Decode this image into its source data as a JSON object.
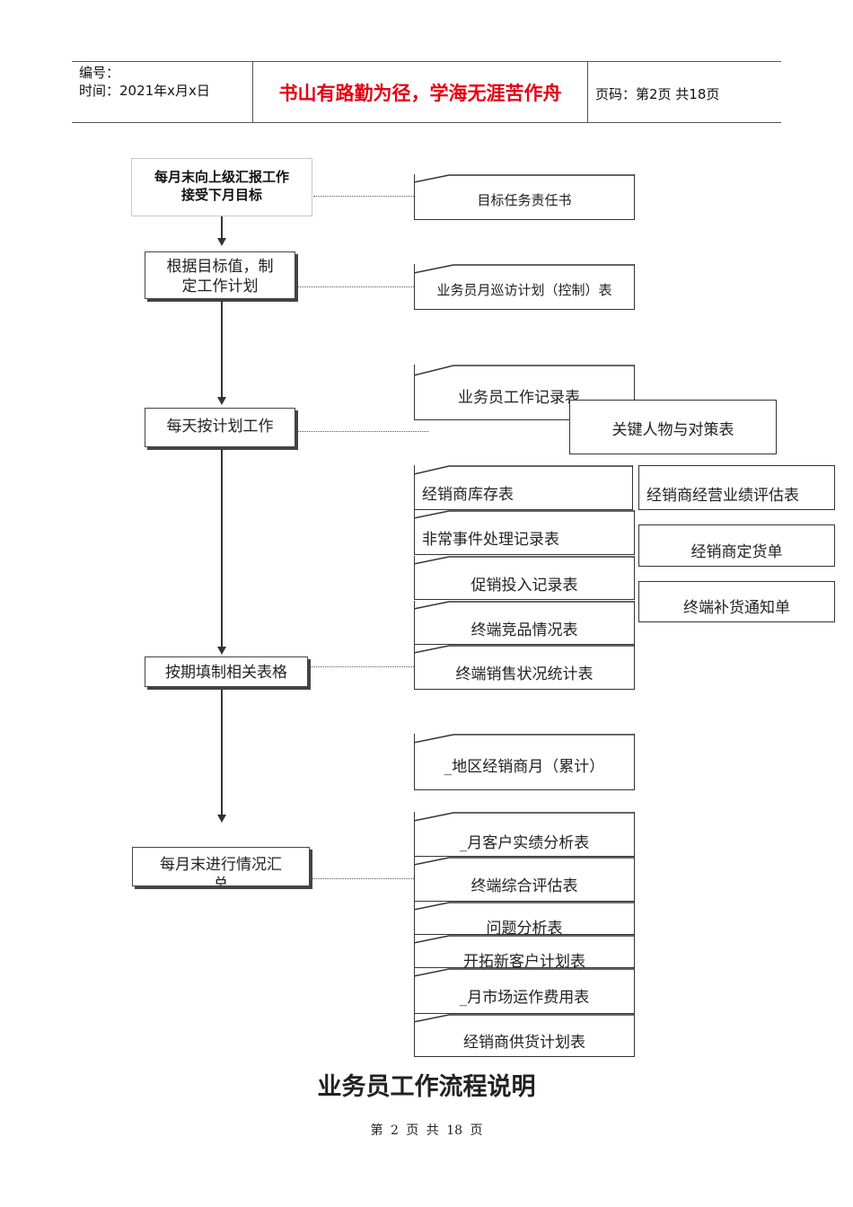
{
  "header": {
    "number_label": "编号：",
    "date_label": "时间：2021年x月x日",
    "motto": "书山有路勤为径，学海无涯苦作舟",
    "page_label": "页码：第2页  共18页"
  },
  "steps": [
    {
      "line1": "每月末向上级汇报工作",
      "line2": "接受下月目标"
    },
    {
      "line1": "根据目标值，制",
      "line2": "定工作计划"
    },
    {
      "line1": "每天按计划工作",
      "line2": ""
    },
    {
      "line1": "按期填制相关表格",
      "line2": ""
    },
    {
      "line1": "每月末进行情况汇",
      "line2": "总"
    }
  ],
  "forms": {
    "target_responsibility": "目标任务责任书",
    "monthly_visit_plan": "业务员月巡访计划（控制）表",
    "work_record": "业务员工作记录表",
    "key_persons": "关键人物与对策表",
    "dealer_inventory": "经销商库存表",
    "dealer_performance": "经销商经营业绩评估表",
    "incident_record": "非常事件处理记录表",
    "dealer_order": "经销商定货单",
    "promotion_record": "促销投入记录表",
    "replenish_notice": "终端补货通知单",
    "competitor_status": "终端竞品情况表",
    "terminal_sales_stats": "终端销售状况统计表",
    "regional_dealer_monthly": "_地区经销商月（累计）",
    "customer_performance": "_月客户实绩分析表",
    "terminal_evaluation": "终端综合评估表",
    "problem_analysis": "问题分析表",
    "new_customer_plan": "开拓新客户计划表",
    "market_expense": "_月市场运作费用表",
    "dealer_supply_plan": "经销商供货计划表"
  },
  "footer": {
    "title": "业务员工作流程说明",
    "page_number": "第 2 页 共 18 页"
  }
}
